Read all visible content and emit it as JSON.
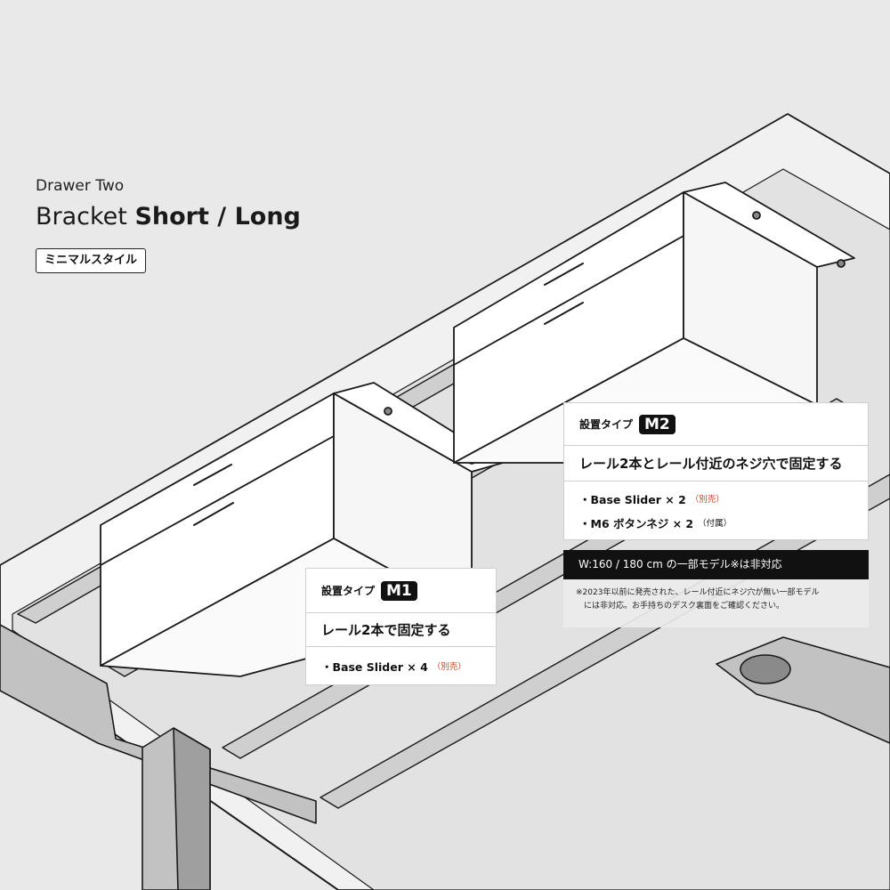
{
  "header": {
    "subtitle": "Drawer Two",
    "title_regular": "Bracket ",
    "title_bold": "Short / Long",
    "style_tag": "ミニマルスタイル"
  },
  "m1": {
    "type_label": "設置タイプ",
    "badge": "M1",
    "method": "レール2本で固定する",
    "parts": [
      {
        "text": "・Base Slider × 4",
        "note": "（別売）"
      }
    ]
  },
  "m2": {
    "type_label": "設置タイプ",
    "badge": "M2",
    "method": "レール2本とレール付近のネジ穴で固定する",
    "parts": [
      {
        "text": "・Base Slider × 2",
        "note": "（別売）"
      },
      {
        "text": "・M6 ボタンネジ × 2",
        "note": "（付属）"
      }
    ]
  },
  "notice": "W:160 / 180 cm の一部モデル※は非対応",
  "footnote": [
    "※2023年以前に発売された、レール付近にネジ穴が無い一部モデル",
    "　には非対応。お手持ちのデスク裏面をご確認ください。"
  ],
  "colors": {
    "background": "#e9e9e9",
    "badge": "#111111",
    "note_red": "#c8452a",
    "outline": "#1a1a1a"
  }
}
